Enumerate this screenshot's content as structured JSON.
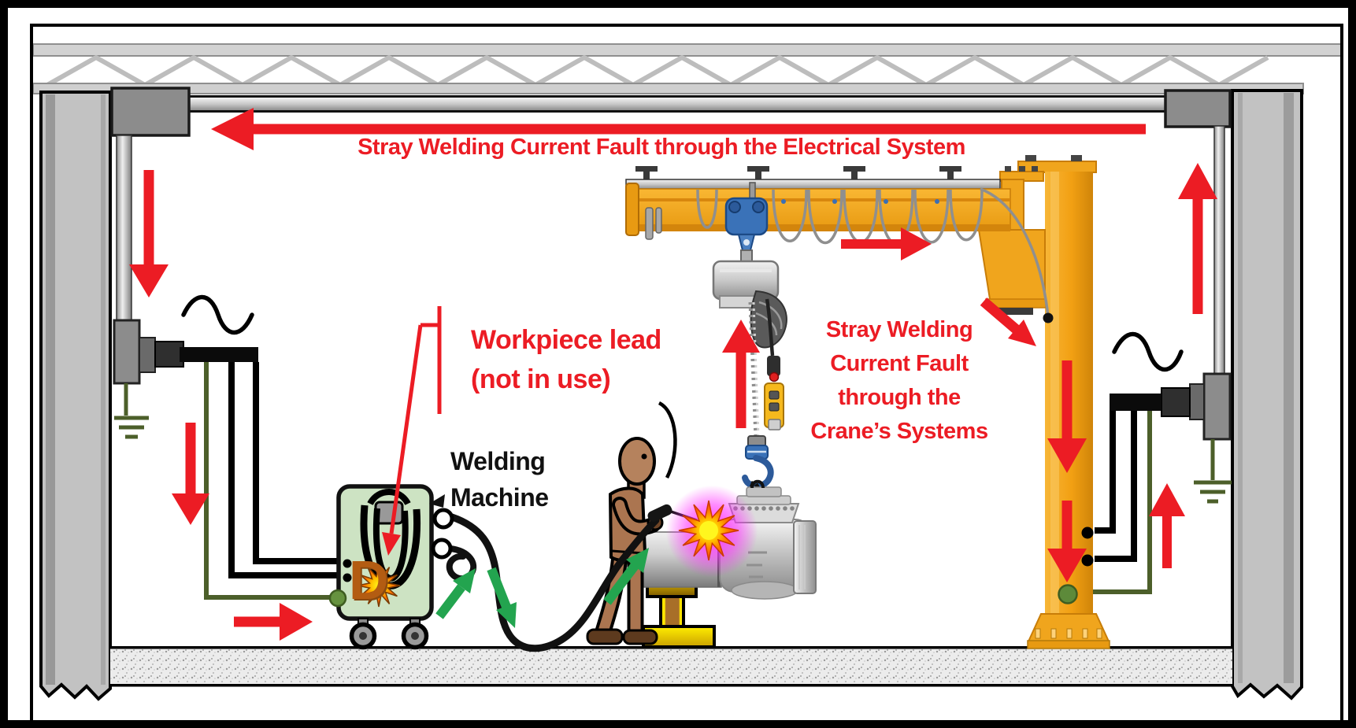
{
  "scene": {
    "annotations": {
      "electrical_fault_label": "Stray Welding Current Fault through the Electrical System",
      "workpiece_lead_label_line1": "Workpiece lead",
      "workpiece_lead_label_line2": "(not in use)",
      "welding_machine_label_line1": "Welding",
      "welding_machine_label_line2": "Machine",
      "crane_fault_label_line1": "Stray Welding",
      "crane_fault_label_line2": "Current Fault",
      "crane_fault_label_line3": "through the",
      "crane_fault_label_line4": "Crane’s Systems"
    },
    "welding_machine": {
      "logo_letter": "D"
    },
    "colors": {
      "annotation_red": "#ec1c24",
      "current_path_green": "#23a44f",
      "ground_wire_olive": "#4c5f2a",
      "crane_orange": "#f3a81c",
      "machine_body_green": "#cde3c3",
      "structure_gray": "#c2c2c2",
      "weld_glow_magenta": "#ff28ff",
      "weld_spark_core": "#fff200"
    }
  }
}
